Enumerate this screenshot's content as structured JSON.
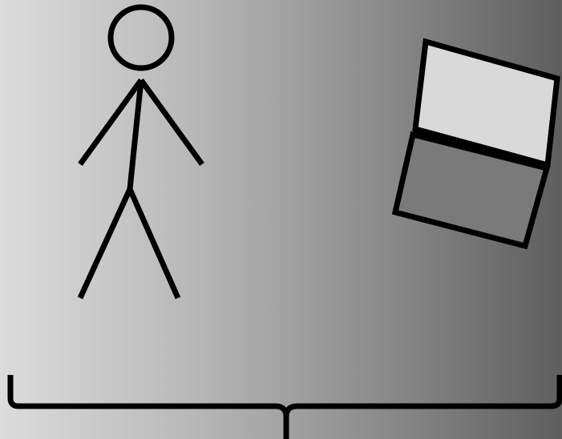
{
  "diagram": {
    "figures": [
      {
        "id": "person",
        "icon": "stick-figure-icon"
      },
      {
        "id": "device",
        "icon": "laptop-icon"
      }
    ],
    "grouping": {
      "icon": "curly-brace-icon",
      "orientation": "horizontal"
    },
    "colors": {
      "background_start": "#dcdcdc",
      "background_end": "#5e5e5e",
      "stroke": "#000000",
      "laptop_screen": "#d9d9d9",
      "laptop_base": "#7a7a7a"
    }
  }
}
